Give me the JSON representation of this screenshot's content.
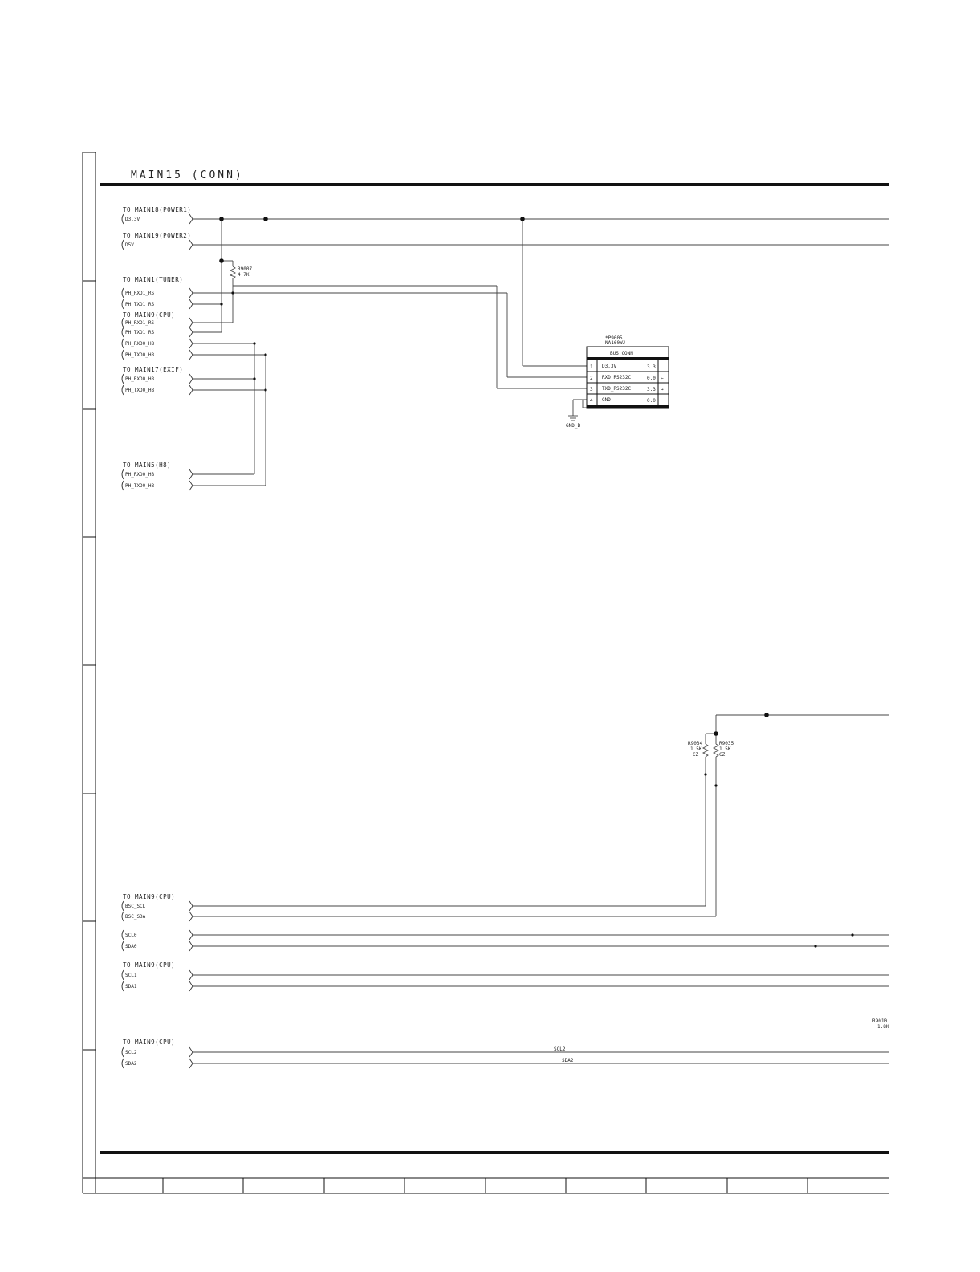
{
  "sheet": {
    "title": "MAIN15 (CONN)"
  },
  "groups": {
    "power1": "TO MAIN18(POWER1)",
    "power2": "TO MAIN19(POWER2)",
    "tuner": "TO MAIN1(TUNER)",
    "cpu_a": "TO MAIN9(CPU)",
    "exif": "TO MAIN17(EXIF)",
    "h8": "TO MAIN5(H8)",
    "cpu_b": "TO MAIN9(CPU)",
    "cpu_c": "TO MAIN9(CPU)",
    "cpu_d": "TO MAIN9(CPU)"
  },
  "signals": {
    "d33v": "D3.3V",
    "d5v": "D5V",
    "tuner_rxd1": "PH_RXD1_RS",
    "tuner_txd1": "PH_TXD1_RS",
    "cpu_rxd1": "PH_RXD1_RS",
    "cpu_txd1": "PH_TXD1_RS",
    "rxd0_h8_a": "PH_RXD0_H8",
    "txd0_h8_a": "PH_TXD0_H8",
    "exif_rxd0": "PH_RXD0_H8",
    "exif_txd0": "PH_TXD0_H8",
    "h8_rxd0": "PH_RXD0_H8",
    "h8_txd0": "PH_TXD0_H8",
    "bsc_scl": "BSC_SCL",
    "bsc_sda": "BSC_SDA",
    "scl0": "SCL0",
    "sda0": "SDA0",
    "scl1": "SCL1",
    "sda1": "SDA1",
    "scl2": "SCL2",
    "sda2": "SDA2",
    "scl2_net": "SCL2",
    "sda2_net": "SDA2"
  },
  "components": {
    "r9007": {
      "ref": "R9007",
      "value": "4.7K"
    },
    "r9034": {
      "ref": "R9034",
      "value": "1.5K",
      "tol": "CZ"
    },
    "r9035": {
      "ref": "R9035",
      "value": "1.5K",
      "tol": "CZ"
    },
    "r9010": {
      "ref": "R9010",
      "value": "1.8K"
    },
    "gnd_label": "GND_B",
    "connector": {
      "ref": "*P9005",
      "part": "NA160WJ",
      "name": "BUS CONN",
      "pins": [
        {
          "num": "1",
          "name": "D3.3V",
          "volt": "3.3",
          "dir": ""
        },
        {
          "num": "2",
          "name": "RXD_RS232C",
          "volt": "0.0",
          "dir": "←"
        },
        {
          "num": "3",
          "name": "TXD_RS232C",
          "volt": "3.3",
          "dir": "→"
        },
        {
          "num": "4",
          "name": "GND",
          "volt": "0.0",
          "dir": ""
        }
      ]
    }
  }
}
